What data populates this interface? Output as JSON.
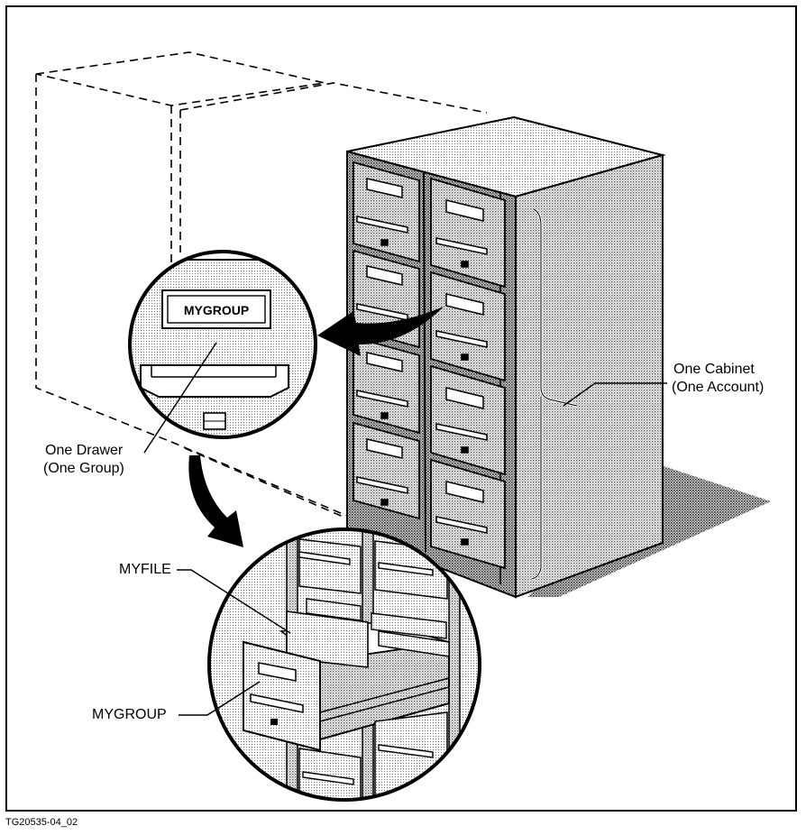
{
  "labels": {
    "cabinet_line1": "One Cabinet",
    "cabinet_line2": "(One Account)",
    "drawer_line1": "One Drawer",
    "drawer_line2": "(One Group)",
    "myfile": "MYFILE",
    "mygroup": "MYGROUP",
    "drawer_tag": "MYGROUP"
  },
  "figure_id": "TG20535-04_02",
  "colors": {
    "ink": "#000000",
    "paper": "#ffffff",
    "stipple": "#7a7a7a"
  }
}
